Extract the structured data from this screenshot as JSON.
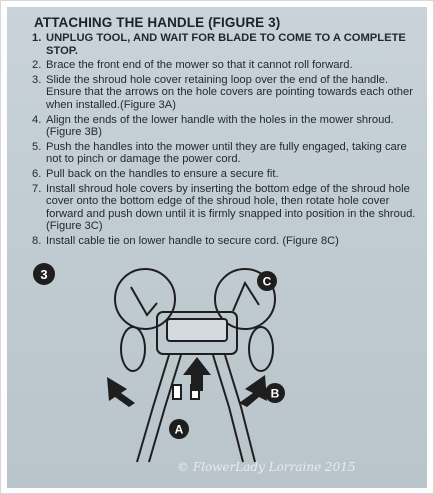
{
  "document": {
    "heading": "ATTACHING THE HANDLE (FIGURE 3)",
    "steps": [
      {
        "num": "1.",
        "text": "UNPLUG TOOL, AND WAIT FOR BLADE TO COME TO A COMPLETE STOP."
      },
      {
        "num": "2.",
        "text": "Brace the front end of the mower so that it cannot roll forward."
      },
      {
        "num": "3.",
        "text": "Slide the shroud hole cover retaining loop over the end of the handle. Ensure that the arrows on the hole  covers are pointing towards each other when installed.(Figure 3A)"
      },
      {
        "num": "4.",
        "text": "Align the ends of the lower handle with the holes in the mower shroud. (Figure 3B)"
      },
      {
        "num": "5.",
        "text": "Push the handles into the mower until they are fully engaged, taking care not to pinch or damage the power cord."
      },
      {
        "num": "6.",
        "text": "Pull back on the handles to ensure a secure fit."
      },
      {
        "num": "7.",
        "text": "Install shroud hole covers by inserting the bottom edge of the shroud hole cover onto the bottom edge of the shroud hole, then rotate hole cover forward and push down until it is firmly snapped into position in the shroud. (Figure 3C)"
      },
      {
        "num": "8.",
        "text": "Install cable tie on lower handle to secure cord. (Figure 8C)"
      }
    ]
  },
  "figure": {
    "number": "3",
    "callouts": {
      "a": "A",
      "b": "B",
      "c": "C"
    }
  },
  "watermark": "© FlowerLady Lorraine 2015"
}
